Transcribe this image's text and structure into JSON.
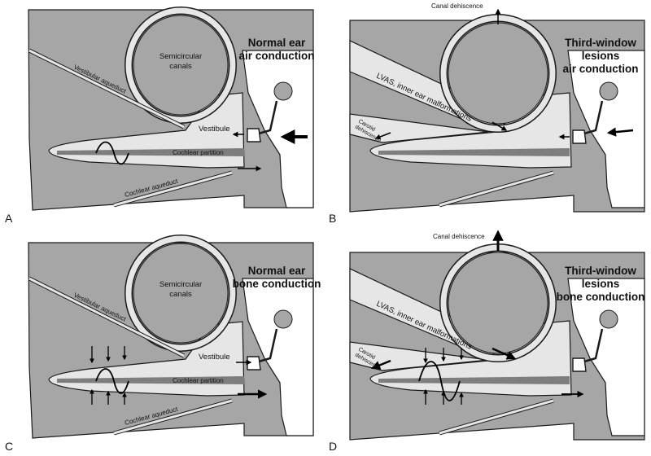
{
  "panels": [
    {
      "letter": "A",
      "title_lines": [
        "Normal ear",
        "air conduction"
      ],
      "labels": {
        "semicircular": [
          "Semicircular",
          "canals"
        ],
        "vestibule": "Vestibule",
        "vestibular_aqueduct": "Vestibular aqueduct",
        "cochlear_partition": "Cochlear partition",
        "cochlear_aqueduct": "Cochlear aqueduct"
      }
    },
    {
      "letter": "B",
      "title_lines": [
        "Third-window",
        "lesions",
        "air conduction"
      ],
      "labels": {
        "canal_dehiscence": "Canal dehiscence",
        "lvas": "LVAS, inner ear malformations",
        "carotid": [
          "Carotid",
          "dehiscence"
        ]
      }
    },
    {
      "letter": "C",
      "title_lines": [
        "Normal ear",
        "bone conduction"
      ],
      "labels": {
        "semicircular": [
          "Semicircular",
          "canals"
        ],
        "vestibule": "Vestibule",
        "vestibular_aqueduct": "Vestibular aqueduct",
        "cochlear_partition": "Cochlear partition",
        "cochlear_aqueduct": "Cochlear aqueduct"
      }
    },
    {
      "letter": "D",
      "title_lines": [
        "Third-window",
        "lesions",
        "bone conduction"
      ],
      "labels": {
        "canal_dehiscence": "Canal dehiscence",
        "lvas": "LVAS, inner ear malformations",
        "carotid": [
          "Carotid",
          "dehiscence"
        ]
      }
    }
  ],
  "colors": {
    "bone": "#a6a6a6",
    "fluid": "#e6e6e6",
    "partition": "#7e7e7e",
    "outline": "#1a1a1a"
  }
}
